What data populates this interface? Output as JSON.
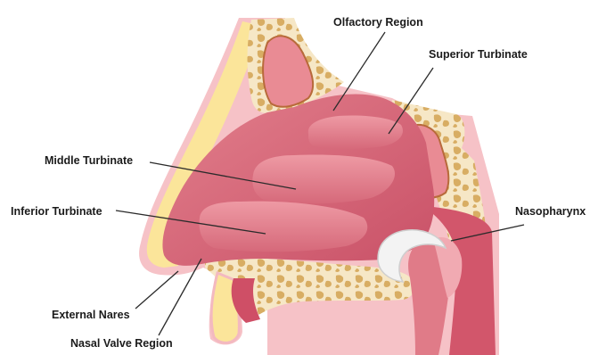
{
  "diagram": {
    "labels": {
      "olfactory": "Olfactory Region",
      "superior": "Superior Turbinate",
      "middle": "Middle Turbinate",
      "inferior": "Inferior Turbinate",
      "nasopharynx": "Nasopharynx",
      "external_nares": "External Nares",
      "nasal_valve": "Nasal Valve Region"
    },
    "colors": {
      "skin_outline": "#f3b9c0",
      "fat_layer": "#fbe79a",
      "bone": "#f5e6c4",
      "bone_cell": "#d9b169",
      "mucosa": "#d96a7a",
      "mucosa_dark": "#b8445a",
      "mucosa_light": "#ec9aa3",
      "sinus": "#e88a93",
      "leader_line": "#2b2b2b"
    }
  }
}
